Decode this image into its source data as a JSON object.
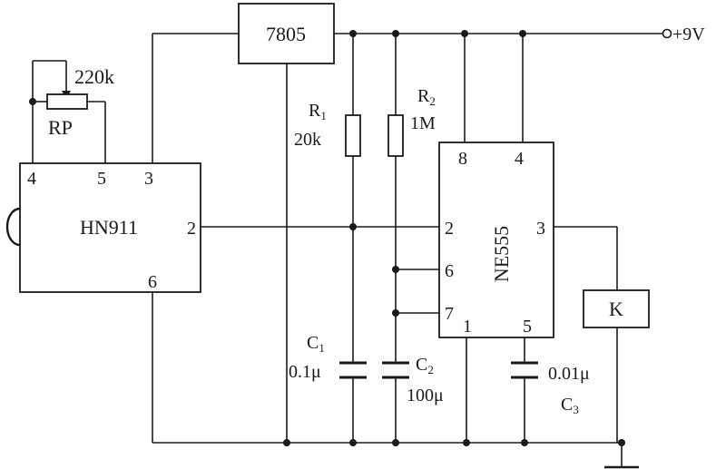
{
  "components": {
    "regulator": {
      "label": "7805"
    },
    "sensor": {
      "label": "HN911",
      "pins": {
        "p4": "4",
        "p5": "5",
        "p3": "3",
        "p2": "2",
        "p6": "6"
      }
    },
    "timer": {
      "label": "NE555",
      "pins": {
        "p8": "8",
        "p4": "4",
        "p2": "2",
        "p6": "6",
        "p7": "7",
        "p1": "1",
        "p5": "5",
        "p3": "3"
      }
    },
    "potentiometer": {
      "name": "RP",
      "value": "220k"
    },
    "r1": {
      "name": "R",
      "sub": "1",
      "value": "20k"
    },
    "r2": {
      "name": "R",
      "sub": "2",
      "value": "1M"
    },
    "c1": {
      "name": "C",
      "sub": "1",
      "value": "0.1μ"
    },
    "c2": {
      "name": "C",
      "sub": "2",
      "value": "100μ"
    },
    "c3": {
      "name": "C",
      "sub": "3",
      "value": "0.01μ"
    },
    "relay": {
      "label": "K"
    }
  },
  "supply": {
    "label": "+9V"
  }
}
